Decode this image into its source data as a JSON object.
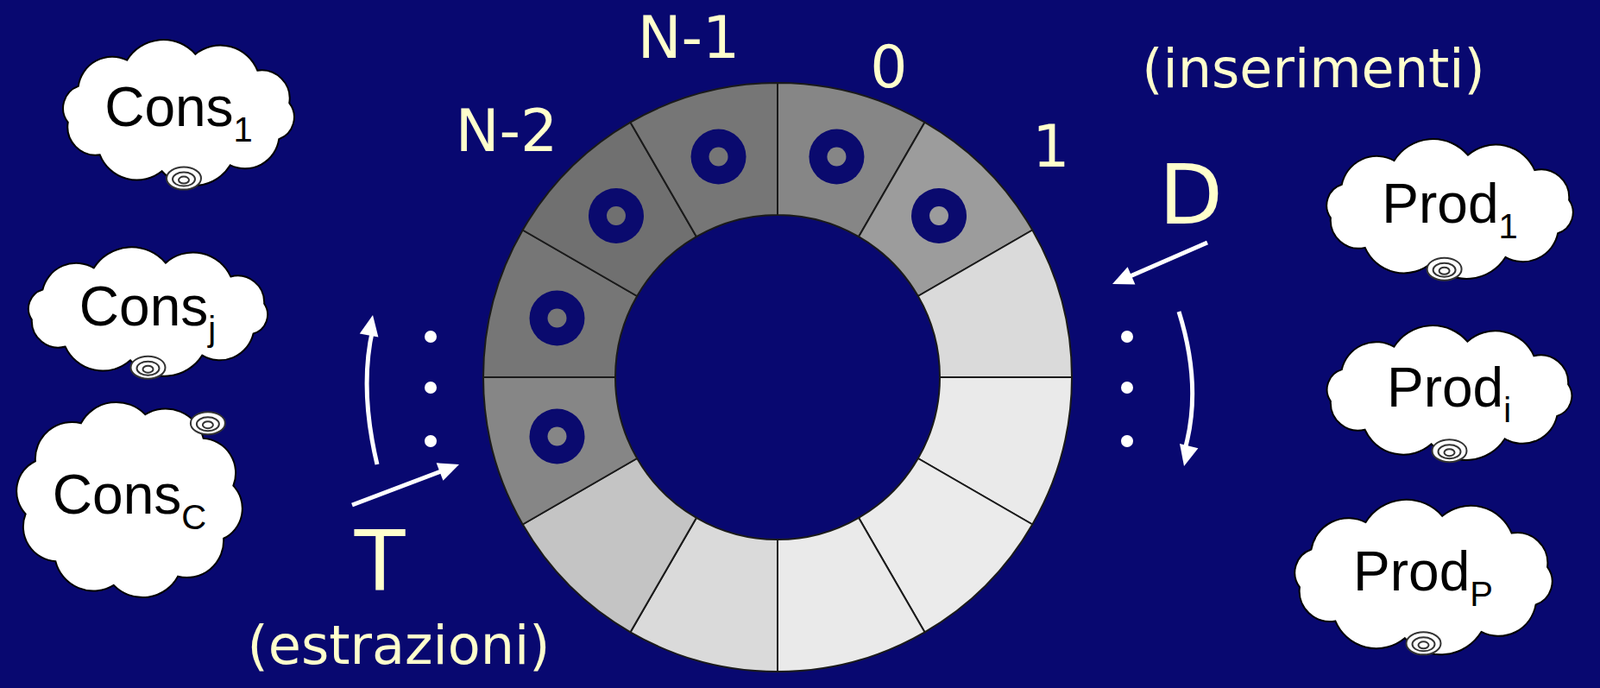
{
  "diagram": {
    "nodes": [
      {
        "text": [
          "Cons",
          "1"
        ]
      },
      {
        "text": [
          "Cons",
          "j"
        ]
      },
      {
        "text": [
          "Cons",
          "C"
        ]
      },
      {
        "text": [
          "Prod",
          "1"
        ]
      },
      {
        "text": [
          "Prod",
          "i"
        ]
      },
      {
        "text": [
          "Prod",
          "P"
        ]
      }
    ],
    "labels": [
      "N-1",
      "0",
      "(inserimenti)",
      "N-2",
      "1",
      "D",
      "T",
      "(estrazioni)"
    ]
  }
}
